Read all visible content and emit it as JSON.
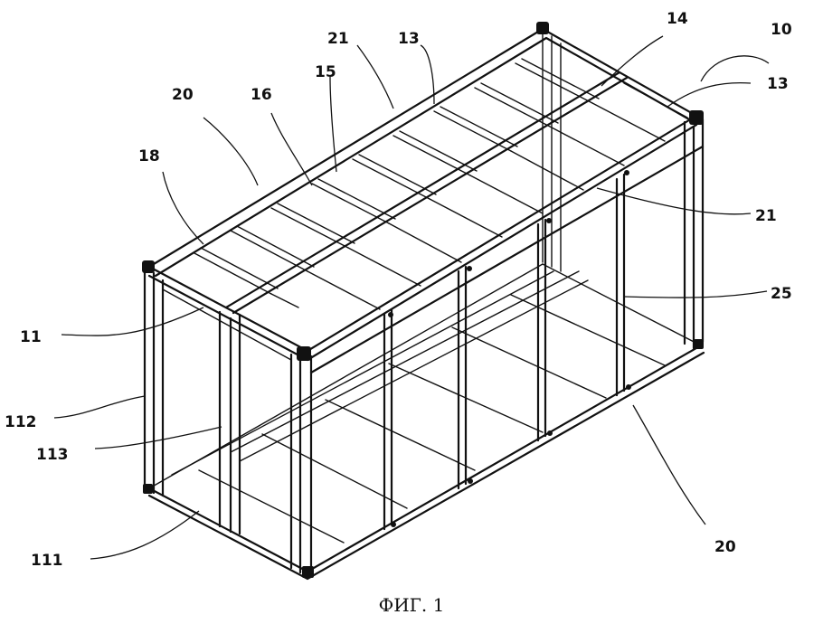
{
  "figure": {
    "caption": "ФИГ. 1",
    "labels": [
      "10",
      "13",
      "13",
      "14",
      "21",
      "15",
      "16",
      "20",
      "18",
      "11",
      "112",
      "113",
      "111",
      "21",
      "25",
      "20"
    ]
  }
}
